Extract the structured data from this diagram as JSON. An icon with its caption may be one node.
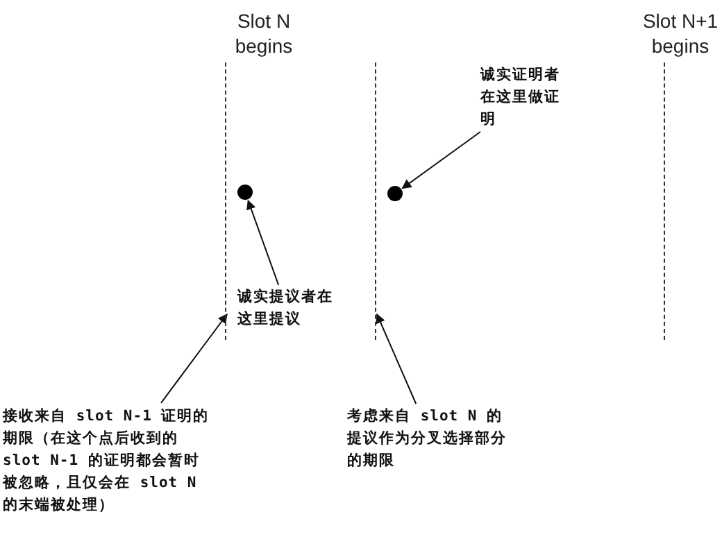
{
  "diagram": {
    "nodes": [
      {
        "text": [
          "诚实证明者在这里做证明"
        ]
      },
      {
        "text": [],
        "shape": "circle"
      },
      {
        "text": [],
        "shape": "circle"
      },
      {
        "text": [
          "诚实提议者在这里提议"
        ]
      },
      {
        "text": [
          "接收来自 slot N-1 证明的期限（在这个点后收到的 slot N-1 的证明都会暂时被忽略，且仅会在 slot N 的末端被处理）"
        ]
      },
      {
        "text": [
          "考虑来自 slot N 的提议作为分叉选择部分的期限"
        ]
      },
      {
        "text": [],
        "shape": "line"
      },
      {
        "text": [],
        "shape": "line"
      },
      {
        "text": [],
        "shape": "line"
      }
    ],
    "edges": [
      {
        "from": 0,
        "to": 2,
        "arrow": "to"
      },
      {
        "from": 3,
        "to": 1,
        "arrow": "to"
      },
      {
        "from": 4,
        "to": 6,
        "arrow": "to"
      },
      {
        "from": 5,
        "to": 7,
        "arrow": "to"
      }
    ],
    "labels": [
      "Slot N begins",
      "Slot N+1 begins"
    ]
  }
}
